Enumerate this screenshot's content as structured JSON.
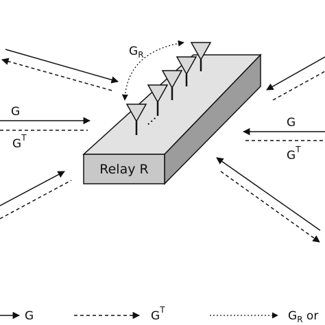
{
  "relay": {
    "label": "Relay R"
  },
  "relay_gain": {
    "main": "G",
    "sub": "R"
  },
  "dots": "⋯",
  "labels": {
    "left_g": "G",
    "left_gt_main": "G",
    "left_gt_sup": "T",
    "right_g": "G",
    "right_gt_main": "G",
    "right_gt_sup": "T"
  },
  "legend": {
    "solid": "G",
    "dashed_main": "G",
    "dashed_sup": "T",
    "dotted_main": "G",
    "dotted_sub": "R",
    "dotted_suffix": " or"
  },
  "colors": {
    "stroke": "#111111",
    "box_top": "#e2e2e2",
    "box_front": "#c8c8c8",
    "box_side": "#9c9c9c"
  }
}
